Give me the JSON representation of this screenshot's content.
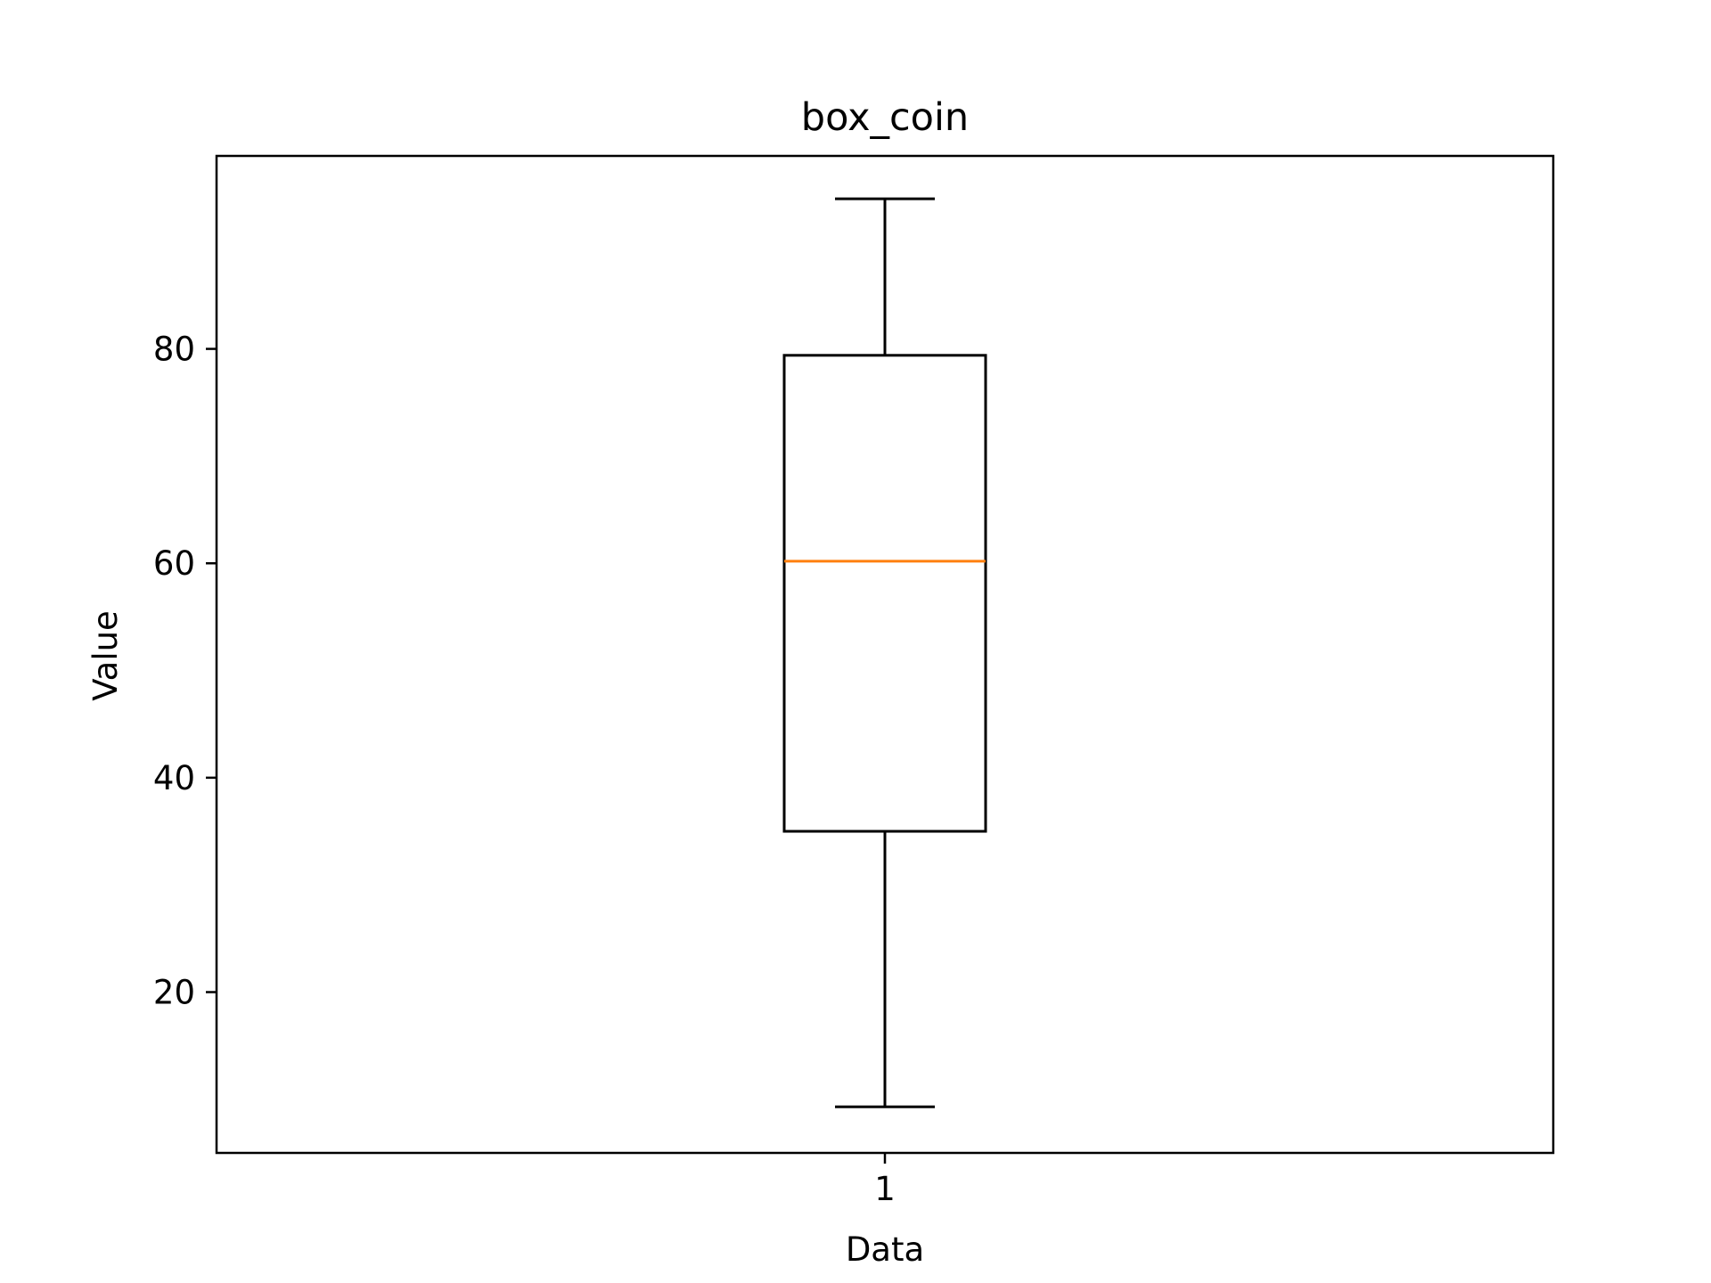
{
  "chart_data": {
    "type": "box",
    "title": "box_coin",
    "xlabel": "Data",
    "ylabel": "Value",
    "categories": [
      "1"
    ],
    "ylim": [
      5,
      98
    ],
    "yticks": [
      20,
      40,
      60,
      80
    ],
    "grid": false,
    "legend": "none",
    "boxes": [
      {
        "category": "1",
        "whisker_low": 9.3,
        "q1": 35.0,
        "median": 60.2,
        "q3": 79.4,
        "whisker_high": 94.0
      }
    ],
    "colors": {
      "box": "#000000",
      "median": "#ff7f0e",
      "axes": "#000000"
    }
  }
}
